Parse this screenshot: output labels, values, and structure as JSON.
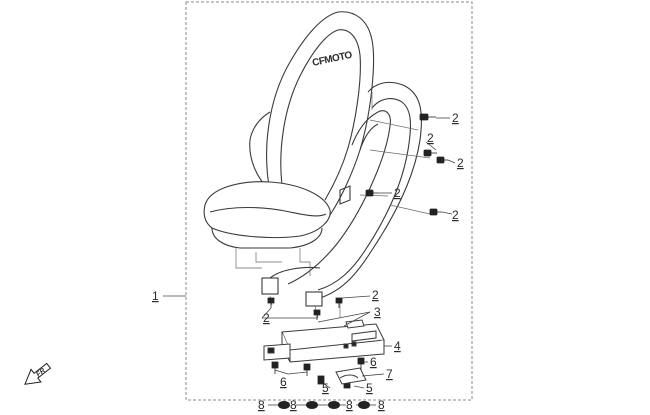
{
  "diagram": {
    "brand_logo": "CFMOTO",
    "direction_badge": "FR",
    "colors": {
      "line": "#3a3a3a",
      "frame": "#8a8a8a",
      "callout_leader": "#444444",
      "screw": "#222222"
    },
    "callouts": [
      {
        "id": "c1",
        "label": "1",
        "part": "seat-assembly"
      },
      {
        "id": "c2a",
        "label": "2",
        "part": "bolt"
      },
      {
        "id": "c2b",
        "label": "2",
        "part": "bolt"
      },
      {
        "id": "c2c",
        "label": "2",
        "part": "bolt"
      },
      {
        "id": "c2d",
        "label": "2",
        "part": "bolt"
      },
      {
        "id": "c2e",
        "label": "2",
        "part": "bolt"
      },
      {
        "id": "c2f",
        "label": "2",
        "part": "bolt"
      },
      {
        "id": "c3",
        "label": "3",
        "part": "nut"
      },
      {
        "id": "c4",
        "label": "4",
        "part": "seat-slider-bracket"
      },
      {
        "id": "c5a",
        "label": "5",
        "part": "clip"
      },
      {
        "id": "c5b",
        "label": "5",
        "part": "clip"
      },
      {
        "id": "c6a",
        "label": "6",
        "part": "screw"
      },
      {
        "id": "c6b",
        "label": "6",
        "part": "screw"
      },
      {
        "id": "c7",
        "label": "7",
        "part": "clamp"
      },
      {
        "id": "c8a",
        "label": "8",
        "part": "grommet"
      },
      {
        "id": "c8b",
        "label": "8",
        "part": "grommet"
      },
      {
        "id": "c8c",
        "label": "8",
        "part": "grommet"
      },
      {
        "id": "c8d",
        "label": "8",
        "part": "grommet"
      }
    ]
  }
}
